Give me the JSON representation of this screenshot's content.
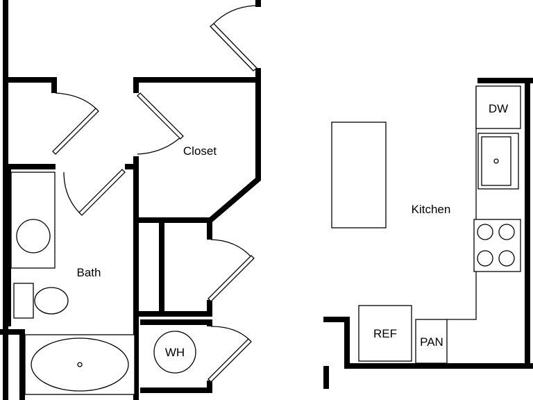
{
  "rooms": {
    "closet": "Closet",
    "bath": "Bath",
    "kitchen": "Kitchen"
  },
  "fixtures": {
    "dishwasher": "DW",
    "refrigerator": "REF",
    "pantry": "PAN",
    "water_heater": "WH"
  },
  "colors": {
    "wall": "#000000",
    "background": "#ffffff"
  }
}
